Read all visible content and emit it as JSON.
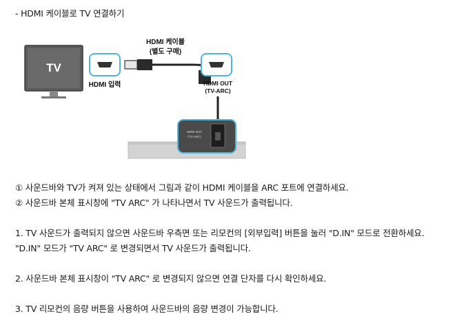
{
  "heading": "- HDMI 케이블로 TV 연결하기",
  "diagram": {
    "tv_label": "TV",
    "cable_label_1": "HDMI 케이블",
    "cable_label_2": "(별도 구매)",
    "hdmi_input_label": "HDMI 입력",
    "hdmi_out_label_1": "HDMI OUT",
    "hdmi_out_label_2": "(TV-ARC)",
    "port_label_1": "HDMI OUT",
    "port_label_2": "(TV-ARC)",
    "colors": {
      "accent": "#4fb4d8",
      "tv_body": "#5b5b5b",
      "soundbar": "#d3d3d3"
    }
  },
  "steps": [
    "① 사운드바와 TV가 켜져 있는 상태에서 그림과 같이 HDMI 케이블을 ARC 포트에 연결하세요.",
    "② 사운드바 본체 표시창에 \"TV ARC\" 가 나타나면서 TV 사운드가 출력됩니다."
  ],
  "notes": [
    "1. TV 사운드가 출력되지 않으면 사운드바 우측면 또는 리모컨의 [외부입력] 버튼을 눌러 \"D.IN\" 모드로 전환하세요.",
    "\"D.IN\" 모드가 \"TV ARC\" 로 변경되면서 TV 사운드가 출력됩니다.",
    "2. 사운드바 본체 표시창이 \"TV ARC\" 로 변경되지 않으면 연결 단자를 다시 확인하세요.",
    "3. TV 리모컨의 음량 버튼을 사용하여 사운드바의 음량 변경이 가능합니다."
  ]
}
